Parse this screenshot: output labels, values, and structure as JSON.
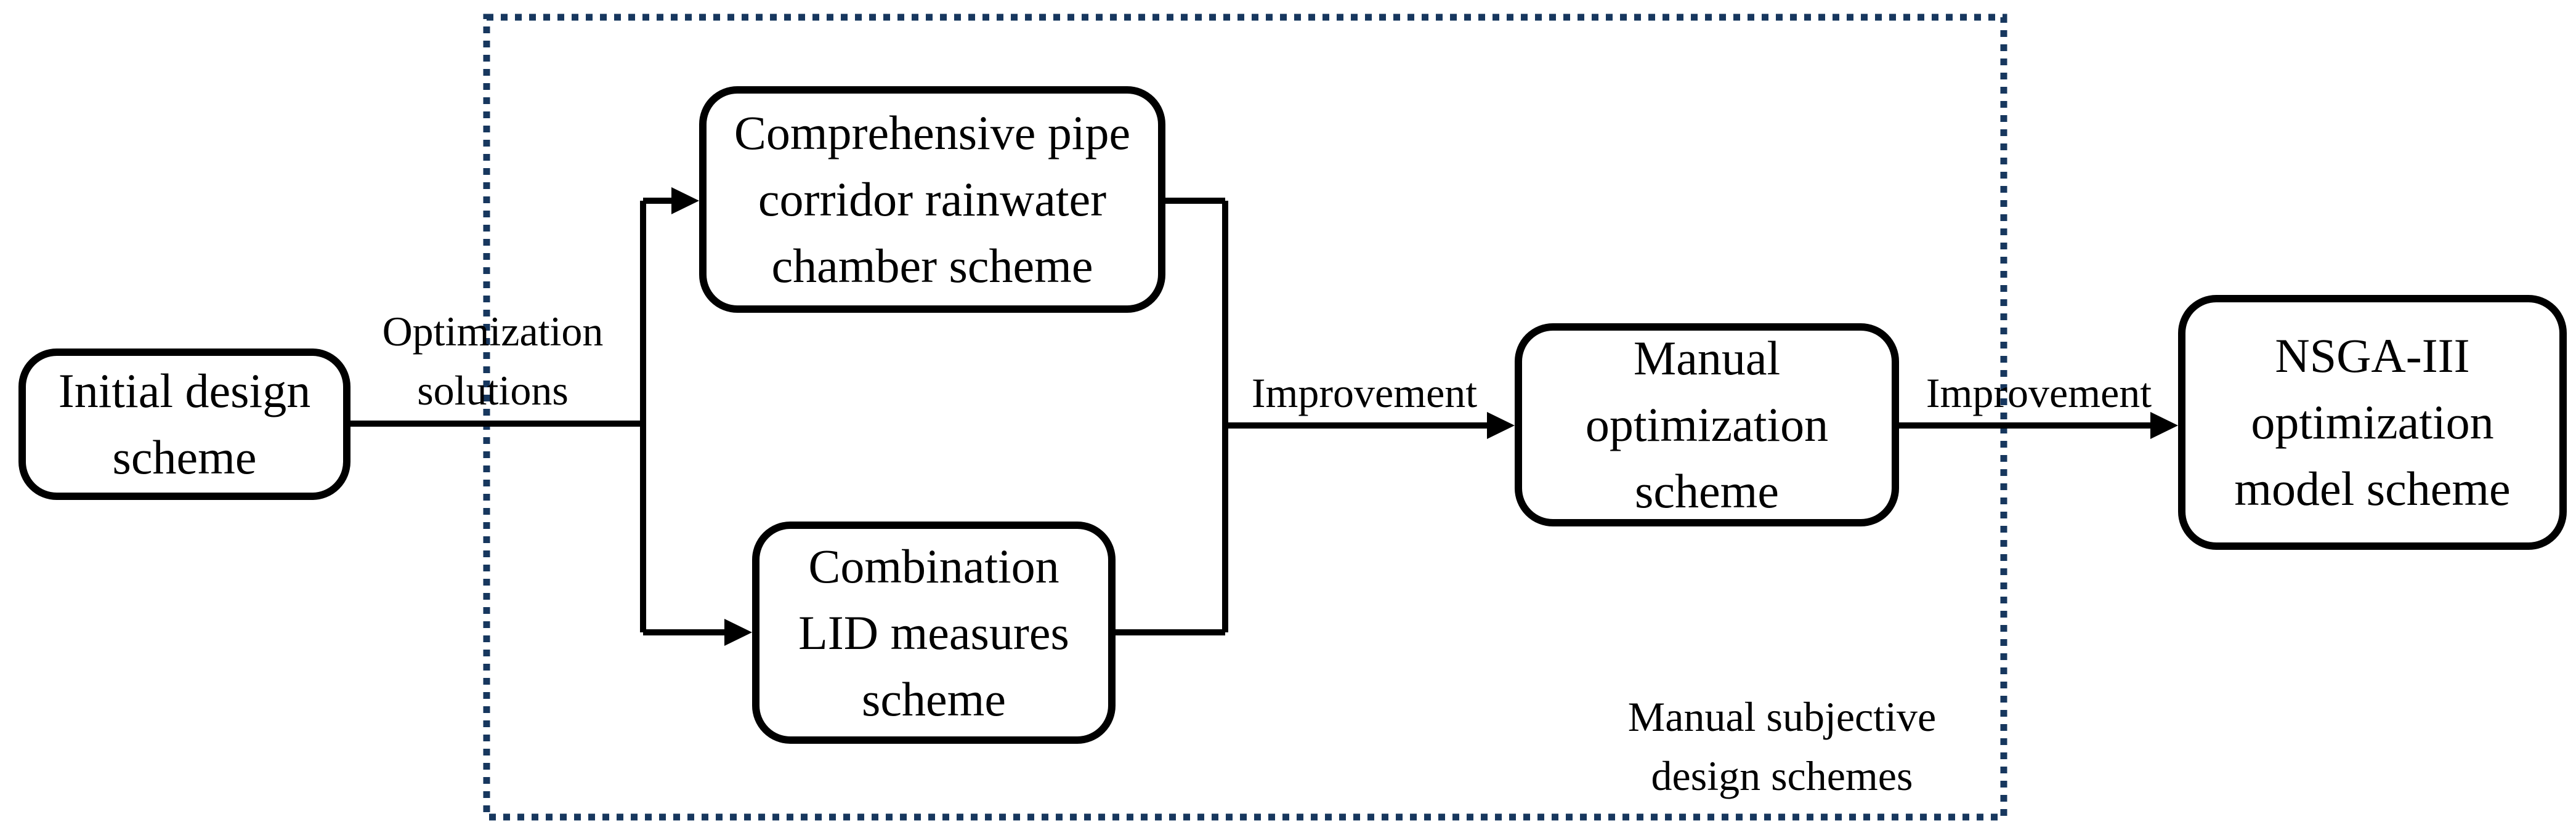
{
  "figure": {
    "type": "flowchart",
    "background": "#ffffff"
  },
  "colors": {
    "connector": "#000000",
    "box_border": "#000000",
    "text": "#000000",
    "dashed_group_border": "#17375E"
  },
  "boxes": {
    "initial": {
      "text": "Initial design\nscheme"
    },
    "pipe": {
      "text": "Comprehensive pipe\ncorridor rainwater\nchamber scheme"
    },
    "lid": {
      "text": "Combination\nLID measures\nscheme"
    },
    "manual": {
      "text": "Manual\noptimization\nscheme"
    },
    "nsga": {
      "text": "NSGA-III\noptimization\nmodel scheme"
    }
  },
  "labels": {
    "optimization_solutions": {
      "text": "Optimization\nsolutions"
    },
    "improvement_1": {
      "text": "Improvement"
    },
    "improvement_2": {
      "text": "Improvement"
    },
    "group_caption": {
      "text": "Manual subjective\ndesign schemes"
    }
  }
}
